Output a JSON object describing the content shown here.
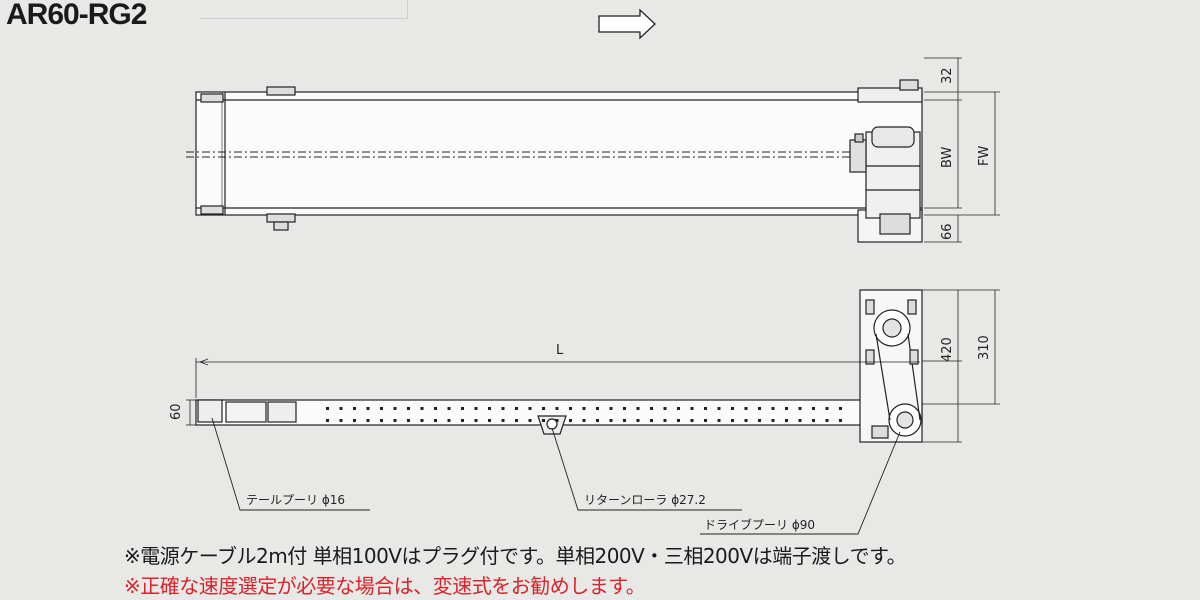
{
  "title": "AR60-RG2",
  "top_view": {
    "dim_32": "32",
    "dim_bw": "BW",
    "dim_fw": "FW",
    "dim_66": "66"
  },
  "side_view": {
    "dim_l": "L",
    "dim_60": "60",
    "dim_420": "420",
    "dim_310": "310"
  },
  "callouts": {
    "tail_pulley": "テールプーリ ϕ16",
    "return_roller": "リターンローラ ϕ27.2",
    "drive_pulley": "ドライブプーリ ϕ90"
  },
  "notes": {
    "line1": "※電源ケーブル2m付 単相100Vはプラグ付です。単相200V・三相200Vは端子渡しです。",
    "line2": "※正確な速度選定が必要な場合は、変速式をお勧めします。"
  }
}
